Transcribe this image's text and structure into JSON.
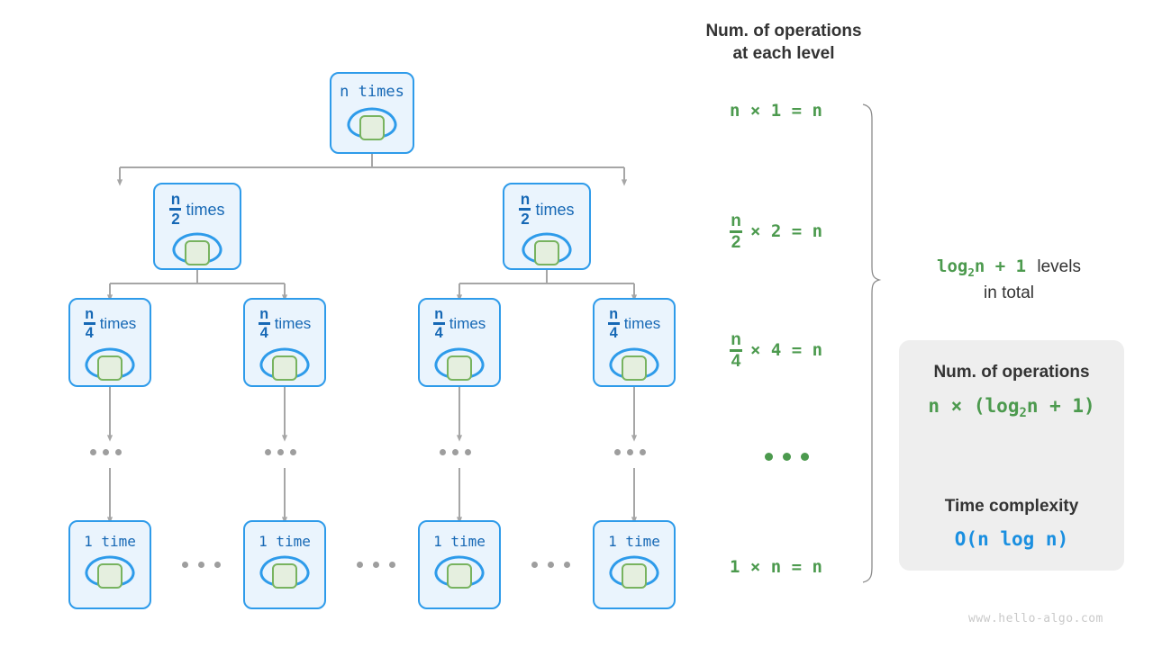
{
  "tree": {
    "levels": [
      {
        "level_name": "level-1",
        "nodes": [
          {
            "numerator": "n",
            "denominator": null,
            "label": "n times",
            "word": "times",
            "count_text": "n"
          }
        ]
      },
      {
        "level_name": "level-2",
        "nodes": [
          {
            "numerator": "n",
            "denominator": "2",
            "word": "times"
          },
          {
            "numerator": "n",
            "denominator": "2",
            "word": "times"
          }
        ]
      },
      {
        "level_name": "level-3",
        "nodes": [
          {
            "numerator": "n",
            "denominator": "4",
            "word": "times"
          },
          {
            "numerator": "n",
            "denominator": "4",
            "word": "times"
          },
          {
            "numerator": "n",
            "denominator": "4",
            "word": "times"
          },
          {
            "numerator": "n",
            "denominator": "4",
            "word": "times"
          }
        ]
      },
      {
        "level_name": "level-ellipsis",
        "nodes": []
      },
      {
        "level_name": "level-last",
        "nodes": [
          {
            "label": "1 time"
          },
          {
            "label": "1 time"
          },
          {
            "label": "1 time"
          },
          {
            "label": "1 time"
          }
        ]
      }
    ]
  },
  "operations": {
    "title_line1": "Num. of operations",
    "title_line2": "at each level",
    "rows": [
      {
        "name": "row-level-1",
        "numerator": "n",
        "denominator": null,
        "plain": "n × 1 = n"
      },
      {
        "name": "row-level-2",
        "numerator": "n",
        "denominator": "2",
        "rest": "× 2 = n"
      },
      {
        "name": "row-level-3",
        "numerator": "n",
        "denominator": "4",
        "rest": "× 4 = n"
      },
      {
        "name": "row-ellipsis",
        "ellipsis": "•••"
      },
      {
        "name": "row-level-last",
        "plain": "1 × n = n"
      }
    ]
  },
  "levels_summary": {
    "formula": "log",
    "subscript": "2",
    "formula_tail": "n + 1",
    "text_line1": "levels",
    "text_line2": "in total"
  },
  "summary_card": {
    "heading_operations": "Num. of operations",
    "formula_prefix": "n × (log",
    "formula_subscript": "2",
    "formula_suffix": "n + 1)",
    "heading_complexity": "Time complexity",
    "result": "O(n log n)"
  },
  "watermark": "www.hello-algo.com",
  "colors": {
    "node_border": "#2e9bea",
    "node_fill": "#eaf4fd",
    "node_text": "#1668b5",
    "inner_square_border": "#78b35f",
    "inner_square_fill": "#e5efdf",
    "connector": "#a6a6a6",
    "green_text": "#4c9a4e",
    "blue_text": "#1a8fe0",
    "dark_text": "#333333",
    "card_bg": "#eeeeee",
    "watermark": "#c9c9c9"
  }
}
